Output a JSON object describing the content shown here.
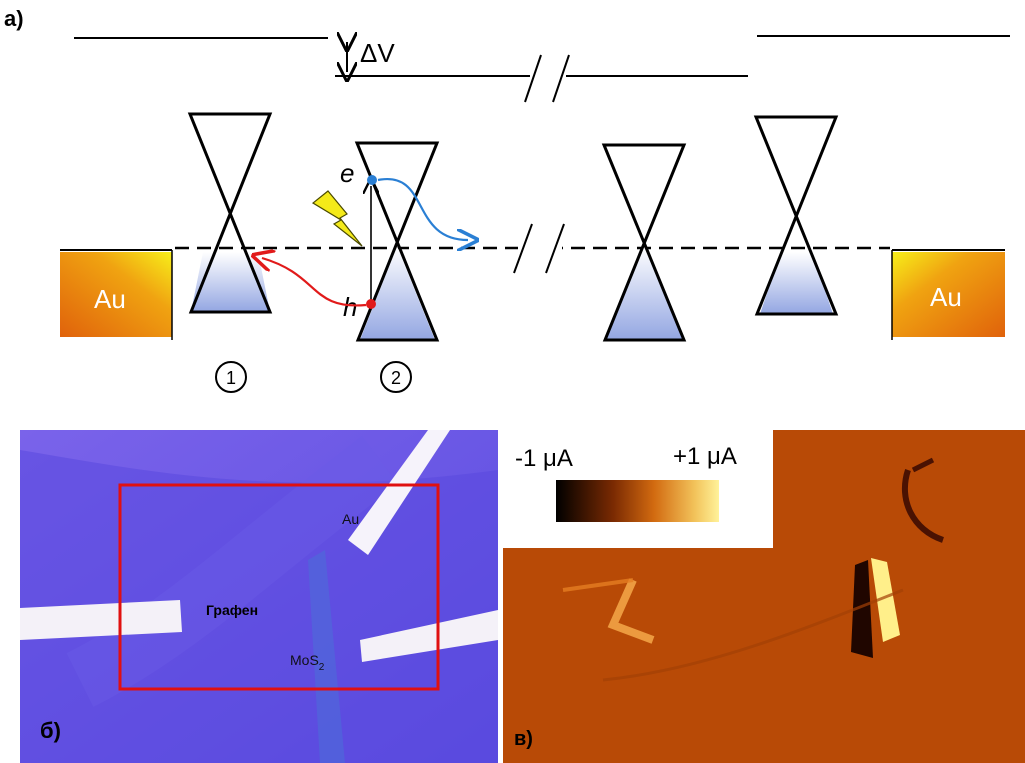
{
  "panel_a": {
    "label": "а)",
    "delta_v": "ΔV",
    "electron": "e",
    "hole": "h",
    "contact_left": "Au",
    "contact_right": "Au",
    "circle_1": "1",
    "circle_2": "2"
  },
  "panel_b": {
    "label": "б)",
    "au_label": "Au",
    "graphene_label": "Графен",
    "mos2_base": "MoS",
    "mos2_sub": "2",
    "box_color": "#e01010"
  },
  "panel_c": {
    "label": "в)",
    "scale_min": "-1  μA",
    "scale_max": "+1 μA"
  },
  "colors": {
    "cone_fill": "#9fb0e6",
    "au_orange": "#e06b0c",
    "au_yellow": "#f7ef1a",
    "photo_bg": "#6657e8",
    "map_bg": "#b84a06",
    "electron_dot": "#2a7fd4",
    "hole_dot": "#e11a1a"
  }
}
